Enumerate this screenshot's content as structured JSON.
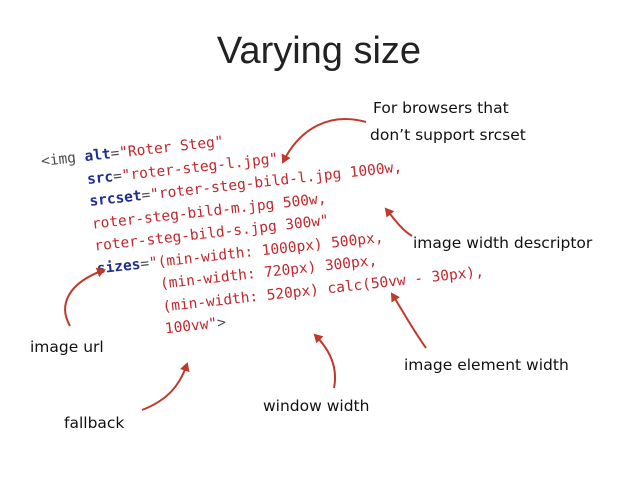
{
  "title": "Varying size",
  "code": {
    "lines": [
      [
        {
          "t": "tag",
          "v": "<img "
        },
        {
          "t": "attr",
          "v": "alt"
        },
        {
          "t": "tag",
          "v": "="
        },
        {
          "t": "str",
          "v": "\"Roter Steg\""
        }
      ],
      [
        {
          "t": "tag",
          "v": "     "
        },
        {
          "t": "attr",
          "v": "src"
        },
        {
          "t": "tag",
          "v": "="
        },
        {
          "t": "str",
          "v": "\"roter-steg-l.jpg\""
        }
      ],
      [
        {
          "t": "tag",
          "v": "     "
        },
        {
          "t": "attr",
          "v": "srcset"
        },
        {
          "t": "tag",
          "v": "="
        },
        {
          "t": "str",
          "v": "\"roter-steg-bild-l.jpg 1000w,"
        }
      ],
      [
        {
          "t": "str",
          "v": "     roter-steg-bild-m.jpg 500w,"
        }
      ],
      [
        {
          "t": "str",
          "v": "     roter-steg-bild-s.jpg 300w\""
        }
      ],
      [
        {
          "t": "tag",
          "v": "     "
        },
        {
          "t": "attr",
          "v": "sizes"
        },
        {
          "t": "tag",
          "v": "="
        },
        {
          "t": "str",
          "v": "\"(min-width: 1000px) 500px,"
        }
      ],
      [
        {
          "t": "str",
          "v": "            (min-width: 720px) 300px,"
        }
      ],
      [
        {
          "t": "str",
          "v": "            (min-width: 520px) calc(50vw - 30px),"
        }
      ],
      [
        {
          "t": "str",
          "v": "            100vw\""
        },
        {
          "t": "tag",
          "v": ">"
        }
      ]
    ]
  },
  "annotations": {
    "browsers_line1": "For browsers that",
    "browsers_line2": "don’t support srcset",
    "width_descriptor": "image width descriptor",
    "image_url": "image url",
    "element_width": "image element width",
    "window_width": "window width",
    "fallback": "fallback"
  },
  "colors": {
    "arrow": "#c0392b",
    "attribute": "#1f2f8a",
    "string": "#c1272d"
  }
}
